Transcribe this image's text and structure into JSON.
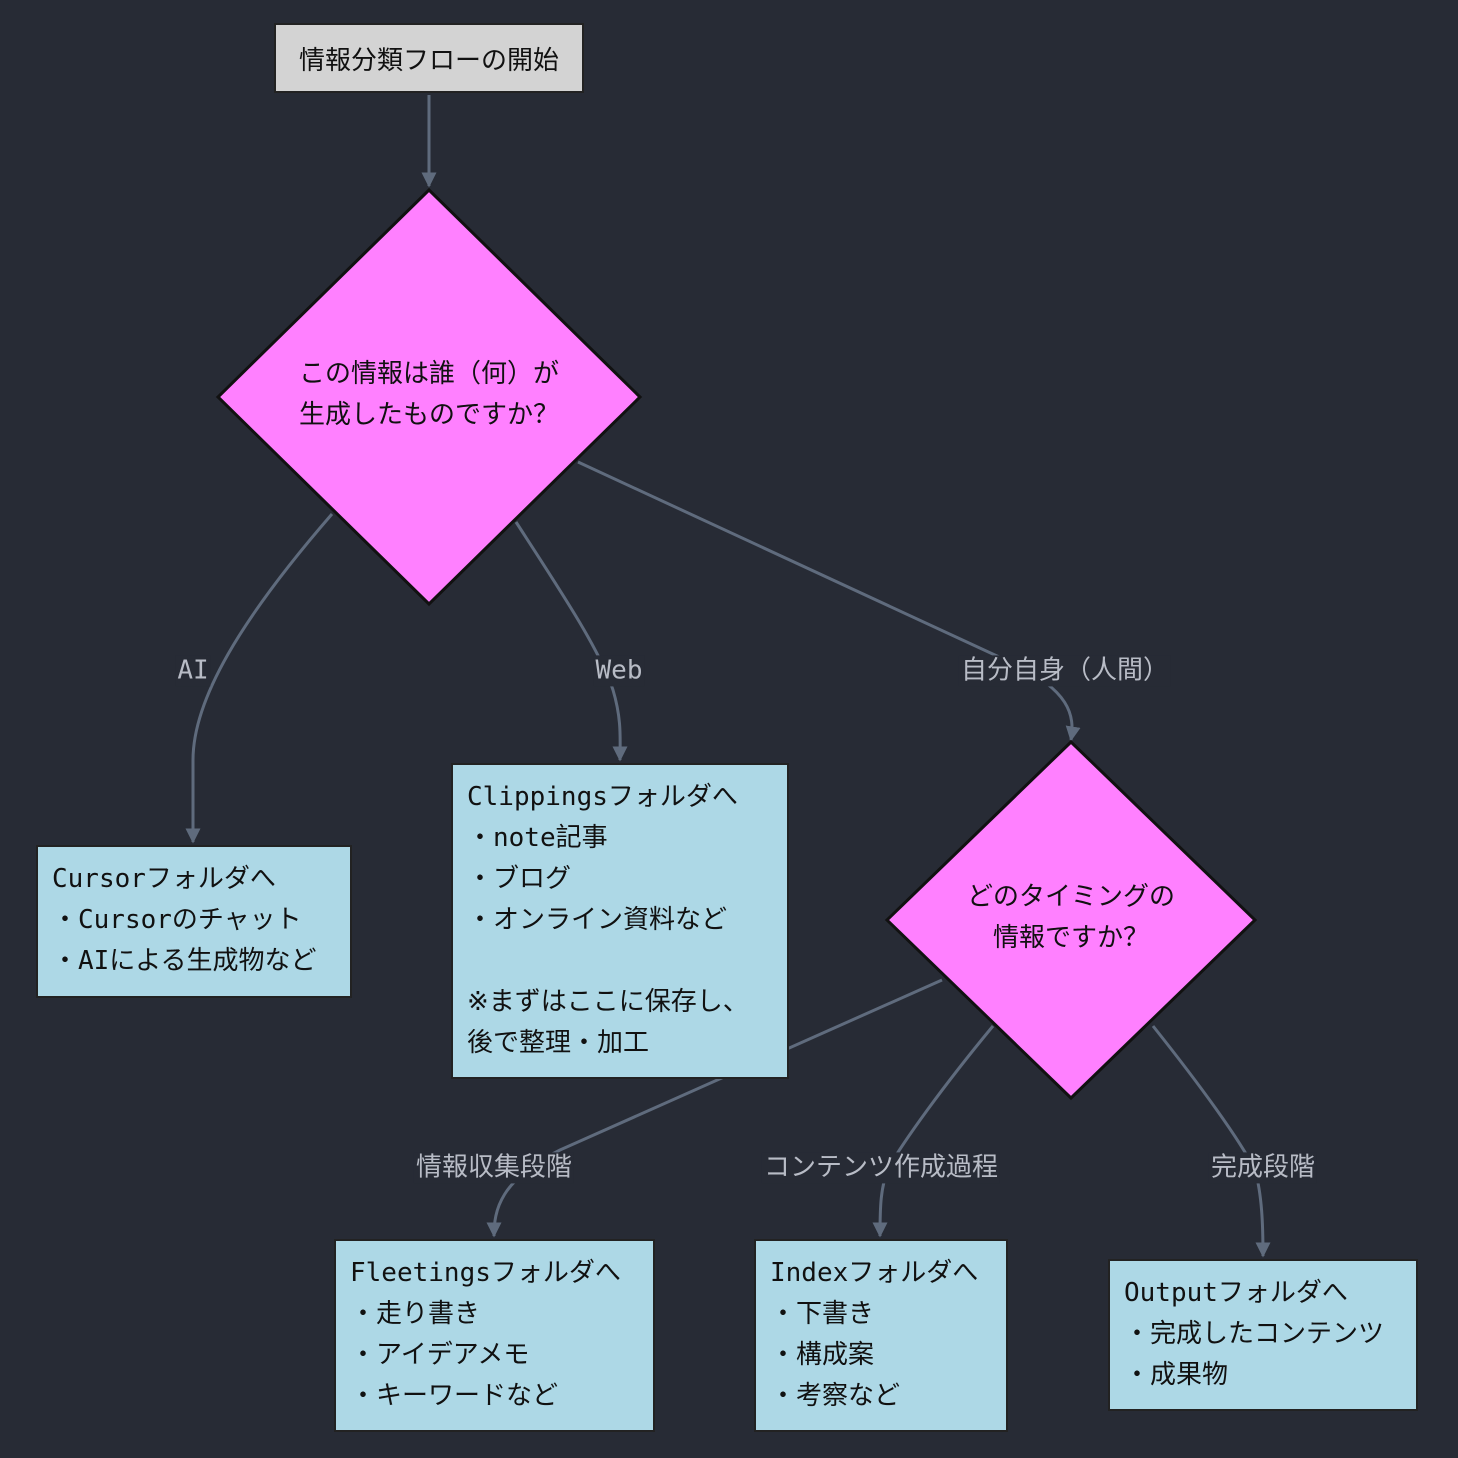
{
  "colors": {
    "background": "#272b35",
    "start_fill": "#d3d3d3",
    "decision_fill": "#ff80ff",
    "folder_fill": "#add8e6",
    "edge": "#5f6b7d",
    "edge_label": "#b8bcc6"
  },
  "nodes": {
    "start": {
      "text": "情報分類フローの開始"
    },
    "q1": {
      "lines": [
        "この情報は誰（何）が",
        "生成したものですか？"
      ]
    },
    "q2": {
      "lines": [
        "どのタイミングの",
        "情報ですか？"
      ]
    },
    "cursor": {
      "lines": [
        "Cursorフォルダへ",
        "・Cursorのチャット",
        "・AIによる生成物など"
      ]
    },
    "clippings": {
      "lines": [
        "Clippingsフォルダへ",
        "・note記事",
        "・ブログ",
        "・オンライン資料など",
        "",
        "※まずはここに保存し、",
        "後で整理・加工"
      ]
    },
    "fleetings": {
      "lines": [
        "Fleetingsフォルダへ",
        "・走り書き",
        "・アイデアメモ",
        "・キーワードなど"
      ]
    },
    "index": {
      "lines": [
        "Indexフォルダへ",
        "・下書き",
        "・構成案",
        "・考察など"
      ]
    },
    "output": {
      "lines": [
        "Outputフォルダへ",
        "・完成したコンテンツ",
        "・成果物"
      ]
    }
  },
  "edges": {
    "ai": "AI",
    "web": "Web",
    "self": "自分自身（人間）",
    "collect": "情報収集段階",
    "process": "コンテンツ作成過程",
    "complete": "完成段階"
  }
}
